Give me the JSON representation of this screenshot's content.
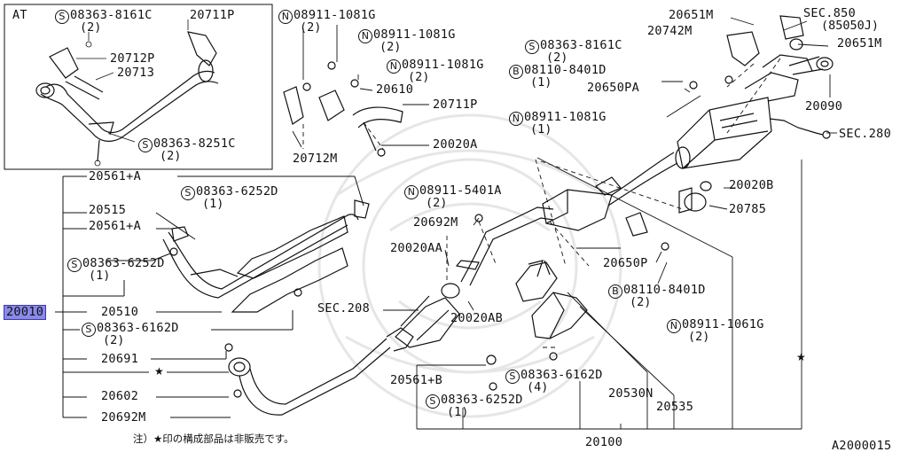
{
  "diagram": {
    "section_tag": "AT",
    "figure_code": "A2000015",
    "footnote": "注）★印の構成部品は非販売です。",
    "star_glyph": "★",
    "prefix_screw": "S",
    "prefix_bolt": "B",
    "prefix_nut": "N",
    "selected_part": "20010",
    "labels": [
      {
        "id": "at_s_8161",
        "prefix": "S",
        "text": "08363-8161C",
        "qty": "(2)"
      },
      {
        "id": "at_20711p",
        "text": "20711P"
      },
      {
        "id": "at_20712p",
        "text": "20712P"
      },
      {
        "id": "at_20713",
        "text": "20713"
      },
      {
        "id": "at_s_8251",
        "prefix": "S",
        "text": "08363-8251C",
        "qty": "(2)"
      },
      {
        "id": "n_1081_a",
        "prefix": "N",
        "text": "08911-1081G",
        "qty": "(2)"
      },
      {
        "id": "n_1081_b",
        "prefix": "N",
        "text": "08911-1081G",
        "qty": "(2)"
      },
      {
        "id": "n_1081_c",
        "prefix": "N",
        "text": "08911-1081G",
        "qty": "(2)"
      },
      {
        "id": "p20610",
        "text": "20610"
      },
      {
        "id": "p20711p",
        "text": "20711P"
      },
      {
        "id": "p20020a",
        "text": "20020A"
      },
      {
        "id": "p20712m",
        "text": "20712M"
      },
      {
        "id": "p20651m_top",
        "text": "20651M"
      },
      {
        "id": "sec850",
        "text": "SEC.850"
      },
      {
        "id": "sec850_sub",
        "text": "(85050J)"
      },
      {
        "id": "p20742m",
        "text": "20742M"
      },
      {
        "id": "p20651m",
        "text": "20651M"
      },
      {
        "id": "s_8161",
        "prefix": "S",
        "text": "08363-8161C",
        "qty": "(2)"
      },
      {
        "id": "b_8401",
        "prefix": "B",
        "text": "08110-8401D",
        "qty": "(1)"
      },
      {
        "id": "p20650pa",
        "text": "20650PA"
      },
      {
        "id": "p20090",
        "text": "20090"
      },
      {
        "id": "n_1081_d",
        "prefix": "N",
        "text": "08911-1081G",
        "qty": "(1)"
      },
      {
        "id": "sec280",
        "text": "SEC.280"
      },
      {
        "id": "p20561a",
        "text": "20561+A"
      },
      {
        "id": "s_6252_a",
        "prefix": "S",
        "text": "08363-6252D",
        "qty": "(1)"
      },
      {
        "id": "p20515",
        "text": "20515"
      },
      {
        "id": "p20561a_2",
        "text": "20561+A"
      },
      {
        "id": "s_6252_b",
        "prefix": "S",
        "text": "08363-6252D",
        "qty": "(1)"
      },
      {
        "id": "p20510",
        "text": "20510"
      },
      {
        "id": "s_6162_a",
        "prefix": "S",
        "text": "08363-6162D",
        "qty": "(2)"
      },
      {
        "id": "p20691",
        "text": "20691"
      },
      {
        "id": "p20602",
        "text": "20602"
      },
      {
        "id": "p20692m",
        "text": "20692M"
      },
      {
        "id": "n_5401",
        "prefix": "N",
        "text": "08911-5401A",
        "qty": "(2)"
      },
      {
        "id": "p20692m_2",
        "text": "20692M"
      },
      {
        "id": "p20020aa",
        "text": "20020AA"
      },
      {
        "id": "sec208",
        "text": "SEC.208"
      },
      {
        "id": "p20020ab",
        "text": "20020AB"
      },
      {
        "id": "p20020b",
        "text": "20020B"
      },
      {
        "id": "p20785",
        "text": "20785"
      },
      {
        "id": "p20650p",
        "text": "20650P"
      },
      {
        "id": "b_8401_b",
        "prefix": "B",
        "text": "08110-8401D",
        "qty": "(2)"
      },
      {
        "id": "n_1061",
        "prefix": "N",
        "text": "08911-1061G",
        "qty": "(2)"
      },
      {
        "id": "p20561b",
        "text": "20561+B"
      },
      {
        "id": "s_6162_b",
        "prefix": "S",
        "text": "08363-6162D",
        "qty": "(4)"
      },
      {
        "id": "s_6252_c",
        "prefix": "S",
        "text": "08363-6252D",
        "qty": "(1)"
      },
      {
        "id": "p20530n",
        "text": "20530N"
      },
      {
        "id": "p20535",
        "text": "20535"
      },
      {
        "id": "p20100",
        "text": "20100"
      }
    ]
  }
}
